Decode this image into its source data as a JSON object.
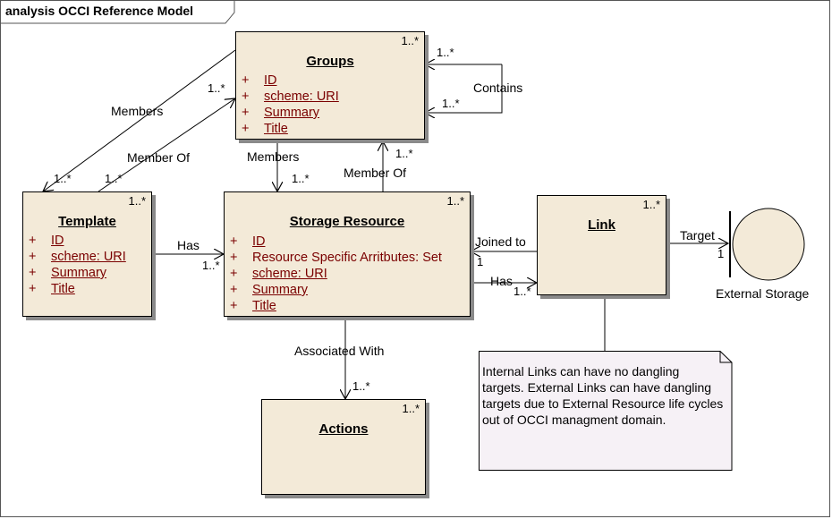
{
  "diagram_title": "analysis OCCI Reference Model",
  "classes": {
    "groups": {
      "name": "Groups",
      "multiplicity": "1..*",
      "attributes": [
        {
          "visibility": "+",
          "text": "ID"
        },
        {
          "visibility": "+",
          "text": "scheme: URI"
        },
        {
          "visibility": "+",
          "text": "Summary"
        },
        {
          "visibility": "+",
          "text": "Title"
        }
      ]
    },
    "template": {
      "name": "Template",
      "multiplicity": "1..*",
      "attributes": [
        {
          "visibility": "+",
          "text": "ID"
        },
        {
          "visibility": "+",
          "text": "scheme: URI"
        },
        {
          "visibility": "+",
          "text": "Summary"
        },
        {
          "visibility": "+",
          "text": "Title"
        }
      ]
    },
    "storage_resource": {
      "name": "Storage Resource",
      "multiplicity": "1..*",
      "attributes": [
        {
          "visibility": "+",
          "text": "ID"
        },
        {
          "visibility": "+",
          "text": "Resource Specific Arritbutes: Set"
        },
        {
          "visibility": "+",
          "text": "scheme: URI"
        },
        {
          "visibility": "+",
          "text": "Summary"
        },
        {
          "visibility": "+",
          "text": "Title"
        }
      ]
    },
    "link": {
      "name": "Link",
      "multiplicity": "1..*"
    },
    "actions": {
      "name": "Actions",
      "multiplicity": "1..*"
    }
  },
  "external_storage": {
    "label": "External Storage"
  },
  "associations": {
    "members_left": {
      "label": "Members",
      "mult_end": "1..*"
    },
    "member_of_left": {
      "label": "Member Of",
      "mult_end": "1..*",
      "mult_start": "1..*"
    },
    "contains": {
      "label": "Contains",
      "mult_top": "1..*",
      "mult_bottom": "1..*"
    },
    "members_center": {
      "label": "Members",
      "mult_end": "1..*"
    },
    "member_of_center": {
      "label": "Member Of",
      "mult_end": "1..*"
    },
    "has_template": {
      "label": "Has",
      "mult_end": "1..*"
    },
    "joined_to": {
      "label": "Joined to",
      "mult_end": "1"
    },
    "has_link": {
      "label": "Has",
      "mult_end": "1..*"
    },
    "target": {
      "label": "Target",
      "mult_end": "1"
    },
    "associated_with": {
      "label": "Associated With",
      "mult_end": "1..*"
    }
  },
  "note": {
    "text": "Internal Links can have no dangling targets. External Links can have dangling targets due to External Resource life cycles out of OCCI managment domain."
  },
  "colors": {
    "class_fill": "#f3ead8",
    "attribute_text": "#7a0000",
    "note_fill": "#f6f1f6",
    "shadow": "#8a8a8a"
  }
}
